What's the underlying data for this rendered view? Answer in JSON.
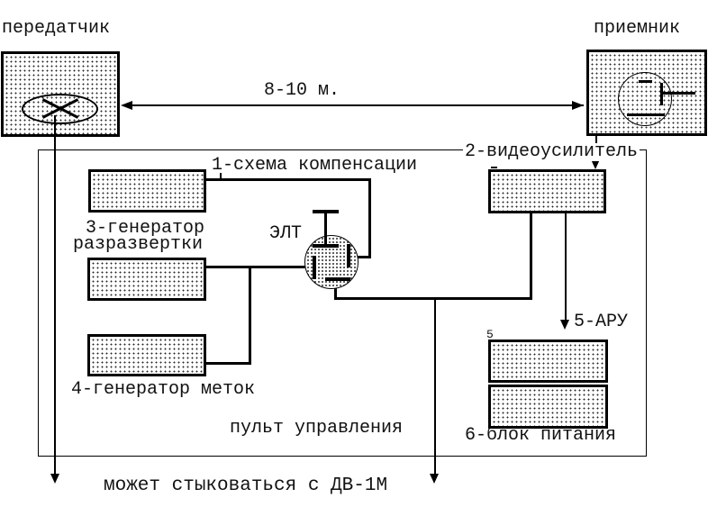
{
  "diagram": {
    "transmitter_label": "передатчик",
    "receiver_label": "приемник",
    "distance_label": "8-10 м.",
    "blocks": {
      "b1": "1-схема компенсации",
      "b2": "2-видеоусилитель",
      "b3_line1": "3-генератор",
      "b3_line2": "разразвертки",
      "b4": "4-генератор меток",
      "b5": "5-АРУ",
      "b6": "6-блок питания"
    },
    "crt_label": "ЭЛТ",
    "block5_corner_digit": "5",
    "control_panel_label": "пульт управления",
    "footnote": "может стыковаться с ДВ-1М"
  },
  "colors": {
    "line": "#000000",
    "text": "#111111",
    "background": "#ffffff"
  }
}
